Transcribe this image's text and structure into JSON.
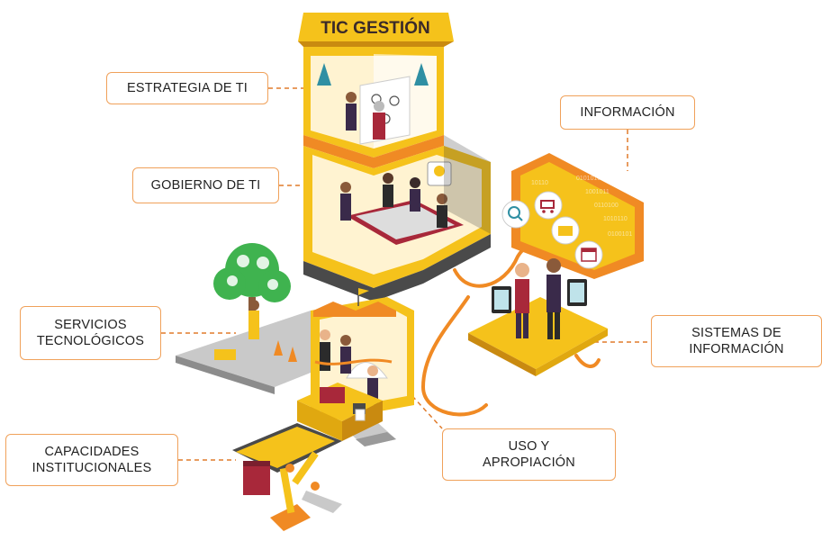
{
  "banner": {
    "title": "TIC GESTIÓN"
  },
  "labels": {
    "estrategia": {
      "line1": "ESTRATEGIA DE TI"
    },
    "gobierno": {
      "line1": "GOBIERNO DE TI"
    },
    "informacion": {
      "line1": "INFORMACIÓN"
    },
    "servicios": {
      "line1": "SERVICIOS",
      "line2": "TECNOLÓGICOS"
    },
    "sistemas": {
      "line1": "SISTEMAS DE",
      "line2": "INFORMACIÓN"
    },
    "capacidades": {
      "line1": "CAPACIDADES",
      "line2": "INSTITUCIONALES"
    },
    "uso": {
      "line1": "USO Y",
      "line2": "APROPIACIÓN"
    }
  },
  "colors": {
    "accent_yellow": "#f5c21b",
    "accent_orange": "#f08a24",
    "dark_gray": "#4a4a4a",
    "mid_gray": "#9a9a9a",
    "light_gray": "#d9d9d9",
    "green": "#3fb34f",
    "label_border": "#f0a15a"
  },
  "icons": [
    "search-icon",
    "shopping-cart-icon",
    "folder-icon",
    "calendar-icon",
    "tree-of-apps-icon",
    "lightbulb-icon",
    "traffic-cone-icon",
    "robot-arm-icon",
    "document-icon"
  ]
}
